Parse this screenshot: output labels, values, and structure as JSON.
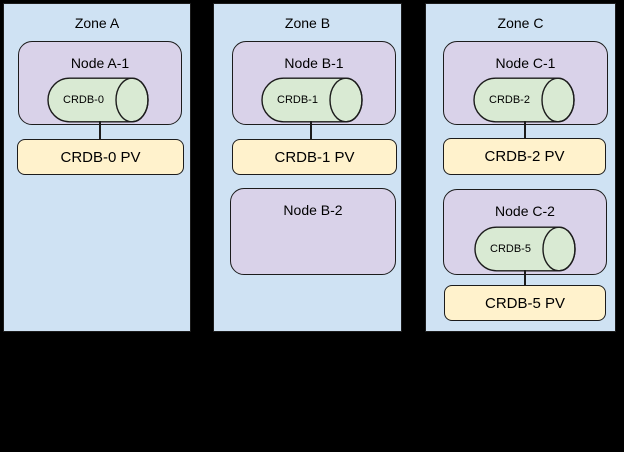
{
  "diagram": {
    "type": "cluster-topology-diagram",
    "background_color": "#000000",
    "colors": {
      "zone_fill": "#cfe2f3",
      "node_fill": "#d9d2e9",
      "db_fill": "#d9ead3",
      "pv_fill": "#fff2cc",
      "border": "#1c1c1c"
    },
    "zones": [
      {
        "label": "Zone A",
        "nodes": [
          {
            "label": "Node A-1",
            "db": "CRDB-0",
            "pv": "CRDB-0 PV"
          }
        ]
      },
      {
        "label": "Zone B",
        "nodes": [
          {
            "label": "Node B-1",
            "db": "CRDB-1",
            "pv": "CRDB-1 PV"
          },
          {
            "label": "Node B-2"
          }
        ]
      },
      {
        "label": "Zone C",
        "nodes": [
          {
            "label": "Node C-1",
            "db": "CRDB-2",
            "pv": "CRDB-2 PV"
          },
          {
            "label": "Node C-2",
            "db": "CRDB-5",
            "pv": "CRDB-5 PV"
          }
        ]
      }
    ]
  }
}
